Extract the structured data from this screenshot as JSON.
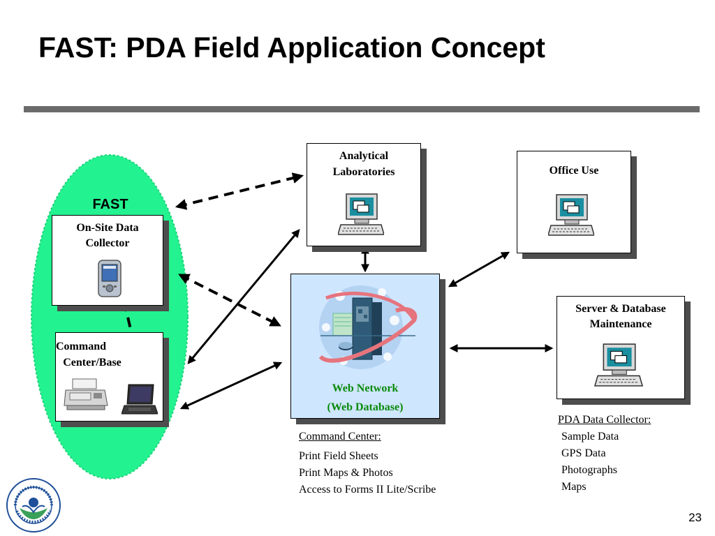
{
  "title": "FAST:  PDA Field Application Concept",
  "fast": {
    "label": "FAST"
  },
  "onsite": {
    "line1": "On-Site Data",
    "line2": "Collector"
  },
  "command": {
    "line1": "Command",
    "line2": "Center/Base"
  },
  "labs": {
    "line1": "Analytical",
    "line2": "Laboratories"
  },
  "office": {
    "label": "Office Use"
  },
  "server": {
    "line1": "Server & Database",
    "line2": "Maintenance"
  },
  "web": {
    "line1": "Web Network",
    "line2": "(Web Database)"
  },
  "command_notes": {
    "heading": "Command Center:",
    "items": [
      "Print Field Sheets",
      "Print Maps & Photos",
      "Access to Forms II Lite/Scribe"
    ]
  },
  "pda_notes": {
    "heading": "PDA Data Collector:",
    "items": [
      "Sample Data",
      "GPS Data",
      "Photographs",
      "Maps"
    ]
  },
  "page_number": "23",
  "logo": {
    "text": "UNITED STATES ENVIRONMENTAL PROTECTION AGENCY"
  },
  "colors": {
    "fast_ellipse": "#22f28f",
    "web_box": "#cfe6ff",
    "web_text": "#0a8a0a",
    "shadow": "#4d4d4d"
  }
}
